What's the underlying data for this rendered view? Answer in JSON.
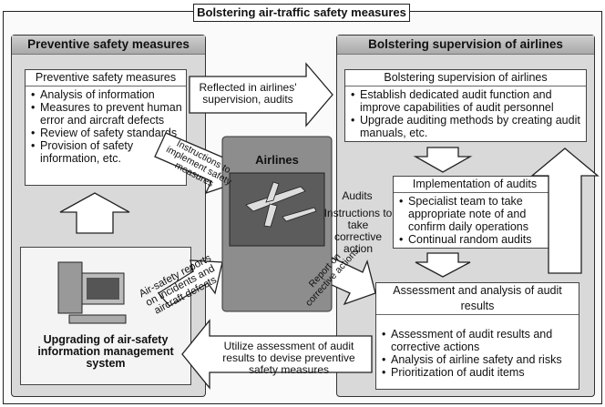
{
  "title": "Bolstering air-traffic safety measures",
  "left_panel": {
    "heading": "Preventive safety measures",
    "box_title": "Preventive safety measures",
    "items": [
      "Analysis of information",
      "Measures to prevent human error and aircraft defects",
      "Review of safety standards",
      "Provision of safety information, etc."
    ],
    "system_label": "Upgrading of air-safety information management system"
  },
  "right_panel": {
    "heading": "Bolstering supervision of airlines",
    "box_title": "Bolstering supervision of airlines",
    "items": [
      "Establish dedicated audit function and improve capabilities of audit personnel",
      "Upgrade auditing methods by creating audit manuals, etc."
    ],
    "impl_title": "Implementation of audits",
    "impl_items": [
      "Specialist team to take appropriate note of and confirm daily operations",
      "Continual random audits"
    ],
    "assess_title": "Assessment and analysis of audit results",
    "assess_items": [
      "Assessment of audit results and corrective actions",
      "Analysis of airline safety and risks",
      "Prioritization of audit items"
    ]
  },
  "center": {
    "airlines_label": "Airlines",
    "audits_label": "Audits",
    "instructions_label": "Instructions to take corrective action"
  },
  "arrows": {
    "reflected": "Reflected in airlines' supervision, audits",
    "instructions_implement": "Instructions to implement safety measures",
    "report_corrective": "Report on corrective actions",
    "air_safety_reports": "Air-safety reports on incidents and aircraft defects",
    "utilize": "Utilize assessment of audit results to devise preventive safety measures"
  }
}
